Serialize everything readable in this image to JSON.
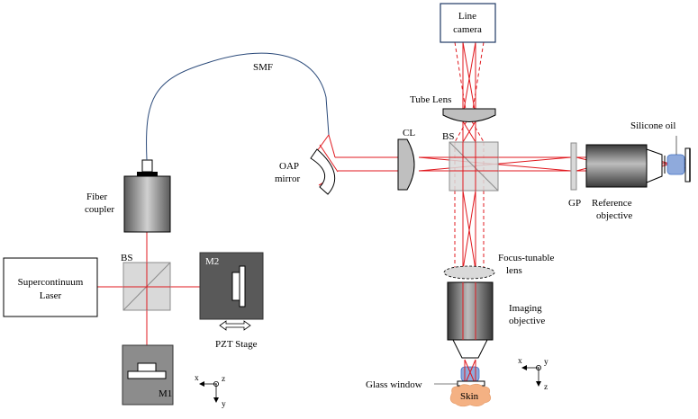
{
  "labels": {
    "supercontinuum_laser": [
      "Supercontinuum",
      "Laser"
    ],
    "bs_left": "BS",
    "fiber_coupler": [
      "Fiber",
      "coupler"
    ],
    "m2": "M2",
    "m1": "M1",
    "pzt_stage": "PZT Stage",
    "smf": "SMF",
    "oap_mirror": [
      "OAP",
      "mirror"
    ],
    "cl": "CL",
    "bs_right": "BS",
    "line_camera": [
      "Line",
      "camera"
    ],
    "tube_lens": "Tube Lens",
    "gp": "GP",
    "reference_objective": [
      "Reference",
      "objective"
    ],
    "silicone_oil": "Silicone oil",
    "focus_tunable_lens": [
      "Focus-tunable",
      "lens"
    ],
    "imaging_objective": [
      "Imaging",
      "objective"
    ],
    "glass_window": "Glass window",
    "skin": "Skin"
  },
  "axes_left": {
    "x": "x",
    "y": "y",
    "z": "z"
  },
  "axes_right": {
    "x": "x",
    "y": "y",
    "z": "z"
  },
  "colors": {
    "beam": "#e0191f",
    "fiber": "#2b4a7a",
    "dark_box": "#595959",
    "mid_box": "#8c8c8c",
    "skin": "#f4b183",
    "oil": "#8faadc"
  }
}
